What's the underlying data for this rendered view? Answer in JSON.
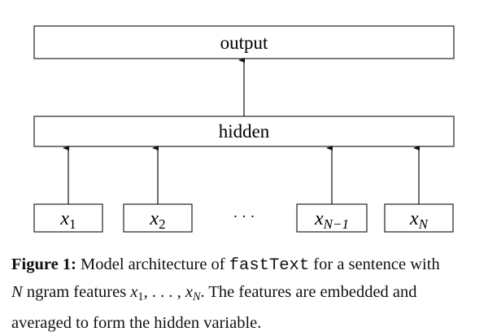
{
  "diagram": {
    "output_label": "output",
    "hidden_label": "hidden",
    "inputs": [
      {
        "base": "x",
        "sub": "1"
      },
      {
        "base": "x",
        "sub": "2"
      },
      {
        "base": "x",
        "sub": "N−1"
      },
      {
        "base": "x",
        "sub": "N"
      }
    ],
    "ellipsis": "· · ·"
  },
  "caption": {
    "label": "Figure 1:",
    "text1": " Model architecture of ",
    "code": "fastText",
    "text2": " for a sentence with",
    "n": "N",
    "text3": " ngram features ",
    "x_first": "x",
    "x_first_sub": "1",
    "dots": ", . . . , ",
    "x_last": "x",
    "x_last_sub": "N",
    "text4": ". The features are embedded and",
    "text5": "averaged to form the hidden variable."
  }
}
